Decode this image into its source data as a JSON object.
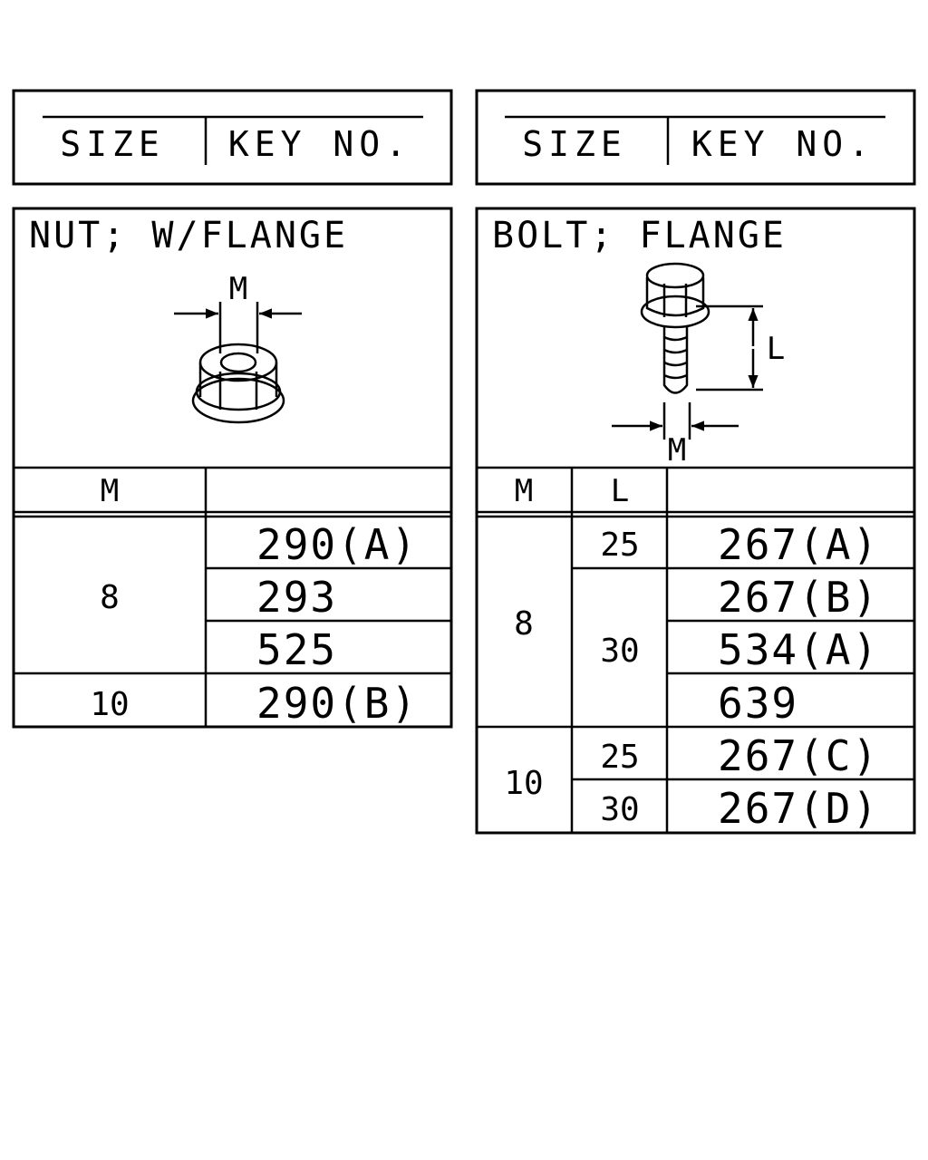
{
  "header": {
    "left": {
      "size_label": "SIZE",
      "key_label": "KEY NO."
    },
    "right": {
      "size_label": "SIZE",
      "key_label": "KEY NO."
    }
  },
  "nut": {
    "title": "NUT; W/FLANGE",
    "dim_label": "M",
    "columns": [
      "M",
      ""
    ],
    "rows": [
      {
        "m": "8",
        "keys": [
          "290(A)",
          "293",
          "525"
        ]
      },
      {
        "m": "10",
        "keys": [
          "290(B)"
        ]
      }
    ]
  },
  "bolt": {
    "title": "BOLT; FLANGE",
    "dim_l_label": "L",
    "dim_m_label": "M",
    "columns": [
      "M",
      "L",
      ""
    ],
    "rows": [
      {
        "m": "8",
        "l": "25",
        "key": "267(A)"
      },
      {
        "m": "8",
        "l": "30",
        "key": "267(B)"
      },
      {
        "m": "8",
        "l": "30",
        "key": "534(A)"
      },
      {
        "m": "8",
        "l": "30",
        "key": "639"
      },
      {
        "m": "10",
        "l": "25",
        "key": "267(C)"
      },
      {
        "m": "10",
        "l": "30",
        "key": "267(D)"
      }
    ],
    "m_groups": [
      {
        "m": "8"
      },
      {
        "m": "10"
      }
    ],
    "l_groups": [
      {
        "l": "25"
      },
      {
        "l": "30"
      },
      {
        "l": "25"
      },
      {
        "l": "30"
      }
    ]
  }
}
